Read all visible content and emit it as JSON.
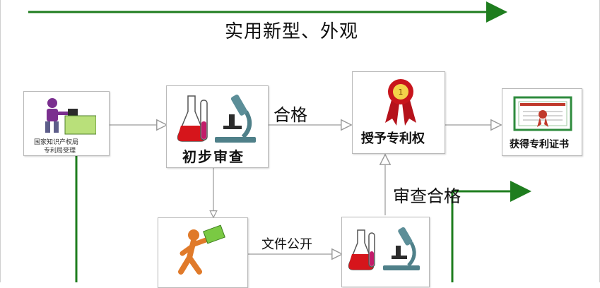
{
  "colors": {
    "green_arrow": "#1e7d1e",
    "flow_line": "#9a9a9a",
    "box_border": "#b9b9b9"
  },
  "banner": {
    "title": "实用新型、外观"
  },
  "nodes": {
    "office": {
      "line1": "国家知识产权局",
      "line2": "专利局受理",
      "icon": "clerk-at-desk-icon"
    },
    "prelim": {
      "label": "初步审查",
      "icon": "flask-microscope-icon"
    },
    "publish": {
      "label": "",
      "icon": "running-person-with-document-icon"
    },
    "substantive": {
      "label": "",
      "icon": "flask-microscope-icon"
    },
    "grant": {
      "label": "授予专利权",
      "icon": "award-ribbon-icon"
    },
    "certificate": {
      "label": "获得专利证书",
      "icon": "certificate-icon"
    }
  },
  "edges": {
    "qualified": "合格",
    "doc_publish": "文件公开",
    "exam_qualified": "审查合格"
  }
}
